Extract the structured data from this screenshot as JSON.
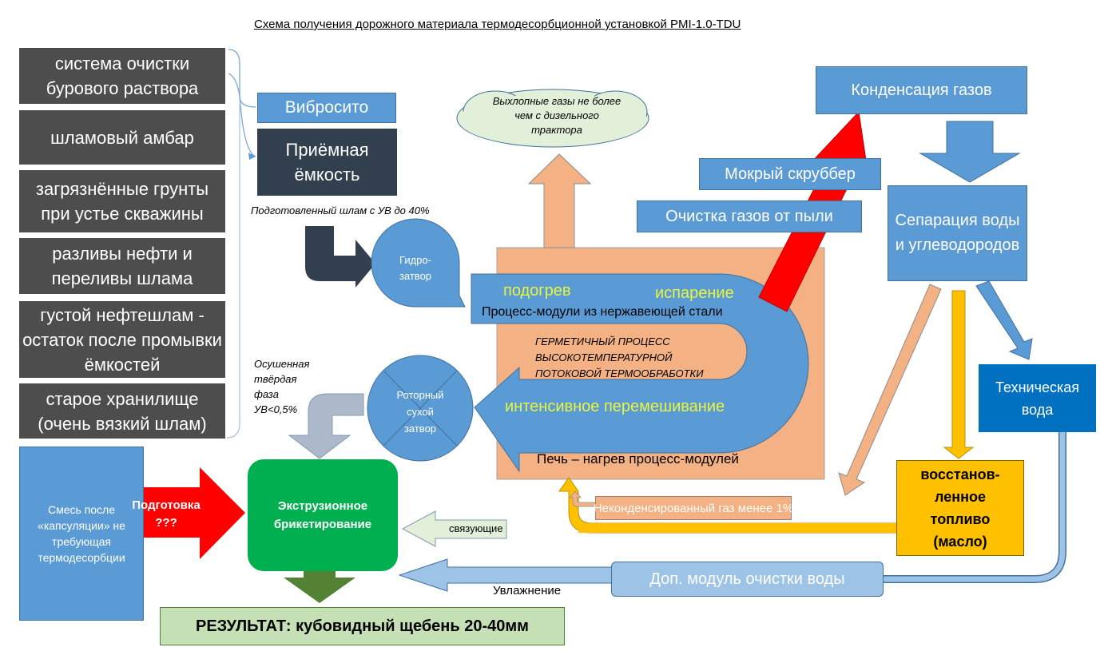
{
  "title": "Схема получения дорожного материала термодесорбционной установкой PMI-1.0-TDU",
  "sources": [
    "система очистки бурового раствора",
    "шламовый амбар",
    "загрязнённые грунты при устье скважины",
    "разливы нефти и переливы шлама",
    "густой нефтешлам - остаток после промывки ёмкостей",
    "старое хранилище (очень вязкий шлам)"
  ],
  "vibrosito": "Вибросито",
  "receiving_tank": "Приёмная ёмкость",
  "prepared_sludge": "Подготовленный шлам с УВ до 40%",
  "hydro_seal": "Гидро-затвор",
  "exhaust_cloud": "Выхлопные газы не более чем с дизельного трактора",
  "furnace": {
    "heating": "подогрев",
    "evaporation": "испарение",
    "modules": "Процесс-модули из нержавеющей стали",
    "process_lines": [
      "ГЕРМЕТИЧНЫЙ ПРОЦЕСС",
      "ВЫСОКОТЕМПЕРАТУРНОЙ",
      "ПОТОКОВОЙ ТЕРМООБРАБОТКИ"
    ],
    "mixing": "интенсивное перемешивание",
    "label": "Печь – нагрев процесс-модулей"
  },
  "rotary_seal": "Роторный сухой затвор",
  "dried_phase": [
    "Осушенная",
    "твёрдая",
    "фаза",
    "УВ<0,5%"
  ],
  "wet_scrubber": "Мокрый скруббер",
  "dust_cleaning": "Очистка газов от пыли",
  "condensation": "Конденсация газов",
  "separation": "Сепарация воды и углеводородов",
  "technical_water": "Техническая вода",
  "recovered_fuel": "восстанов-ленное топливо (масло)",
  "uncondensed_gas": "Неконденсированный газ менее 1%",
  "water_module": "Доп. модуль очистки воды",
  "moistening": "Увлажнение",
  "mixture": "Смесь после «капсуляции» не требующая термодесорбции",
  "preparation": "Подготовка ???",
  "extrusion": "Экструзионное брикетирование",
  "binders": "связующие",
  "result": "РЕЗУЛЬТАТ: кубовидный щебень 20-40мм",
  "colors": {
    "blue": "#5b9bd5",
    "dark_gray": "#4d4d4d",
    "navy": "#323f4f",
    "peach": "#f4b183",
    "red": "#ff0000",
    "gold": "#ffc000",
    "green": "#00b050",
    "olive": "#548235",
    "light_green": "#c5e0b4",
    "deep_blue": "#0070c0"
  }
}
